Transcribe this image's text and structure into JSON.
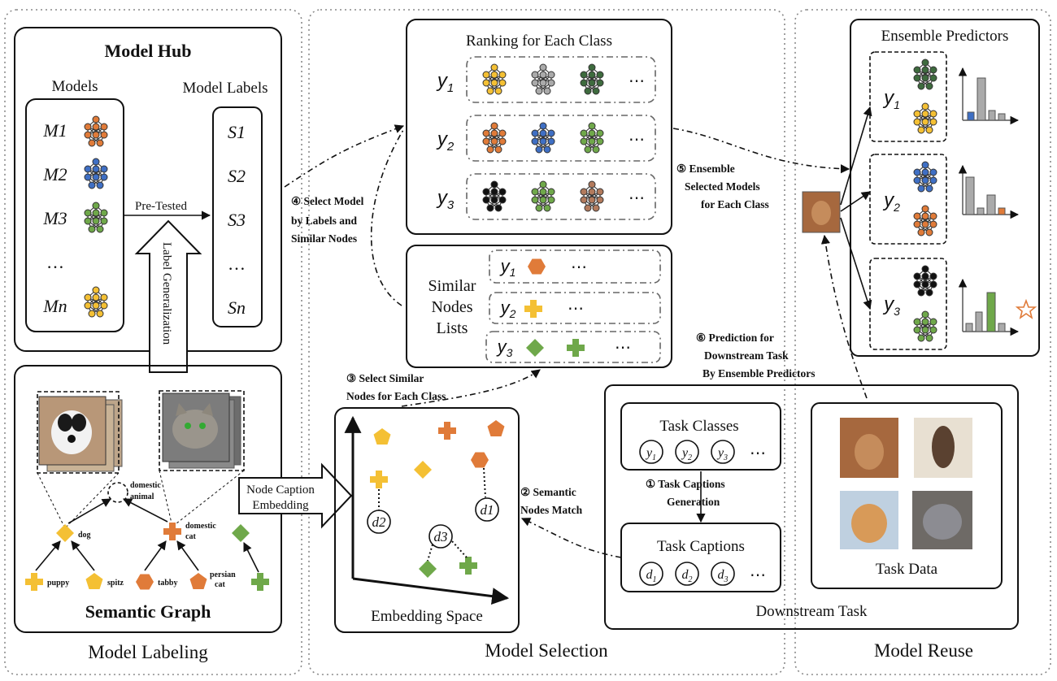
{
  "panels": {
    "labeling": "Model Labeling",
    "selection": "Model Selection",
    "reuse": "Model Reuse"
  },
  "model_hub": {
    "title": "Model Hub",
    "models_header": "Models",
    "labels_header": "Model Labels",
    "models": [
      "M1",
      "M2",
      "M3",
      "…",
      "Mn"
    ],
    "labels": [
      "S1",
      "S2",
      "S3",
      "…",
      "Sn"
    ],
    "pretested": "Pre-Tested",
    "label_generalization": "Label Generalization"
  },
  "semantic_graph": {
    "title": "Semantic Graph",
    "nodes": {
      "domestic_animal": "domestic animal",
      "dog": "dog",
      "domestic_cat": "domestic cat",
      "puppy": "puppy",
      "spitz": "spitz",
      "tabby": "tabby",
      "persian_cat": "persian cat"
    }
  },
  "node_caption_embedding": "Node Caption Embedding",
  "embedding_space": {
    "title": "Embedding Space",
    "captions": [
      "d1",
      "d2",
      "d3"
    ]
  },
  "ranking": {
    "title": "Ranking for Each Class",
    "classes": [
      "y1",
      "y2",
      "y3"
    ],
    "more": "⋯"
  },
  "similar_nodes": {
    "title": "Similar Nodes Lists",
    "classes": [
      "y1",
      "y2",
      "y3"
    ],
    "more": "⋯"
  },
  "steps": {
    "s1": "① Task Captions Generation",
    "s2": "② Semantic Nodes Match",
    "s3": "③ Select Similar Nodes for Each Class",
    "s4": "④ Select Model by Labels and Similar Nodes",
    "s5": "⑤ Ensemble Selected Models for Each Class",
    "s6": "⑥ Prediction for Downstream Task By Ensemble Predictors"
  },
  "downstream": {
    "title": "Downstream Task",
    "task_classes": "Task Classes",
    "task_captions": "Task Captions",
    "task_data": "Task Data",
    "classes": [
      "y1",
      "y2",
      "y3"
    ],
    "captions": [
      "d1",
      "d2",
      "d3"
    ],
    "more": "⋯"
  },
  "ensemble": {
    "title": "Ensemble Predictors",
    "classes": [
      "y1",
      "y2",
      "y3"
    ],
    "star_icon": "star-icon"
  },
  "colors": {
    "orange": "#e07b39",
    "yellow": "#f4c034",
    "green": "#6fa84a",
    "blue": "#3f6fc4",
    "gray": "#9a9a9a",
    "darkgreen": "#3e6b3e",
    "black": "#111111",
    "brown": "#9a5b3a"
  }
}
